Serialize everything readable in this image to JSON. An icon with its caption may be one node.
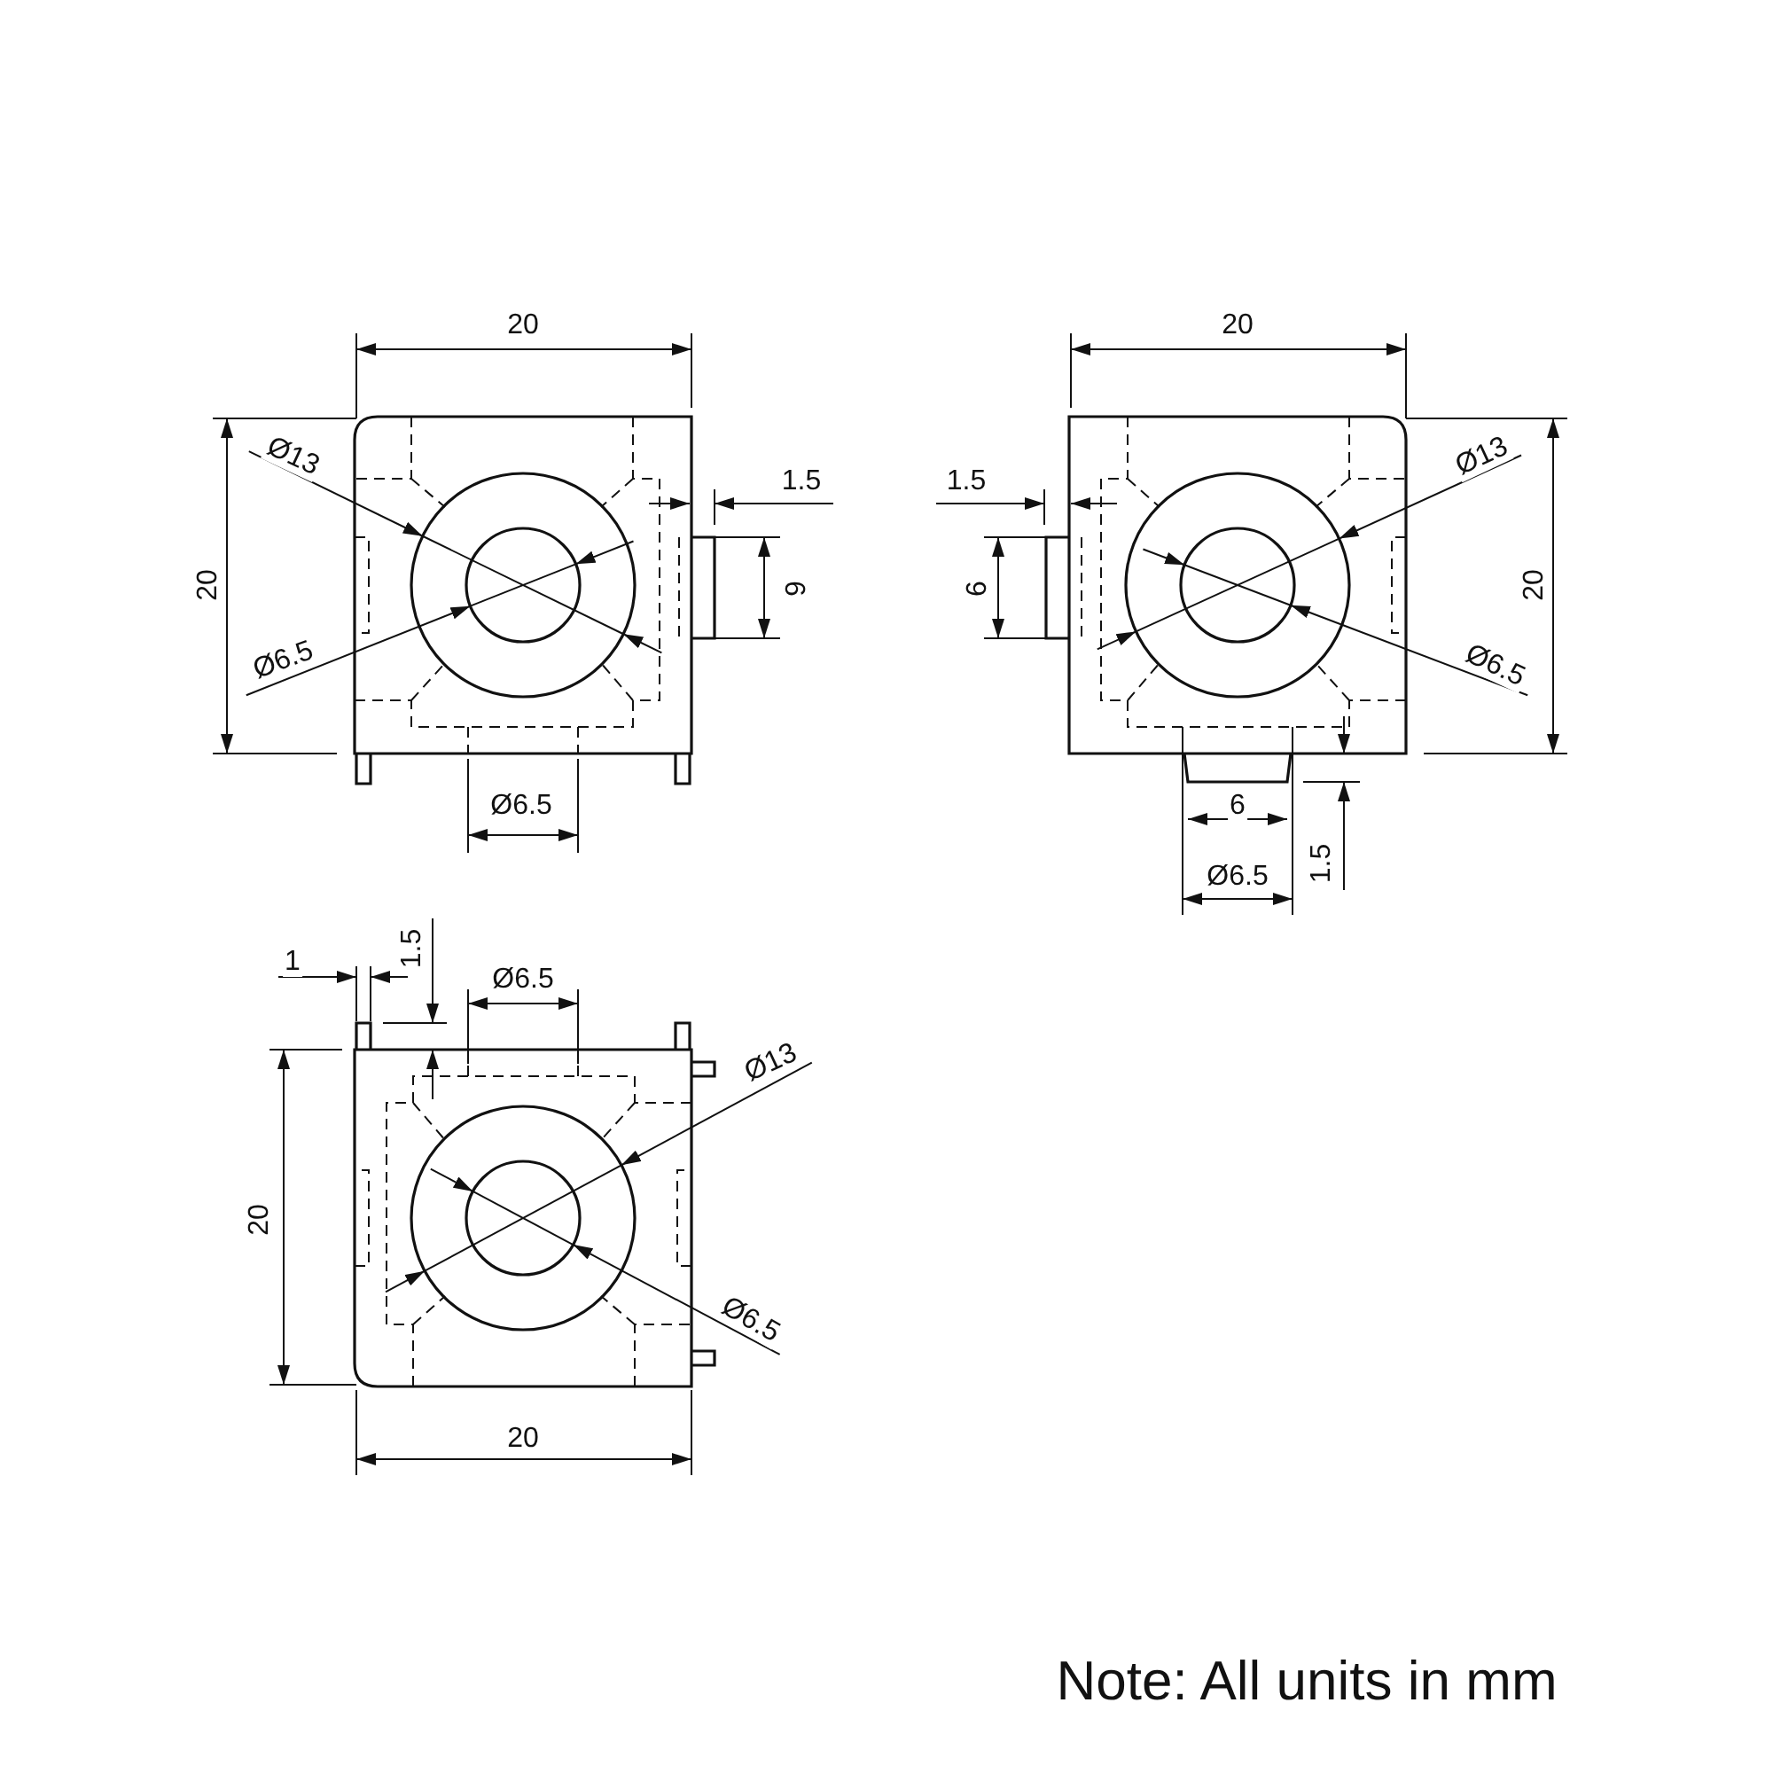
{
  "diagram": {
    "labels": [
      "20",
      "Ø13",
      "1.5",
      "20",
      "6",
      "Ø6.5",
      "Ø6.5",
      "20",
      "Ø13",
      "1.5",
      "6",
      "20",
      "Ø6.5",
      "6",
      "1.5",
      "Ø6.5",
      "1",
      "1.5",
      "Ø6.5",
      "Ø13",
      "20",
      "Ø6.5",
      "20",
      "Note: All units in mm"
    ]
  }
}
